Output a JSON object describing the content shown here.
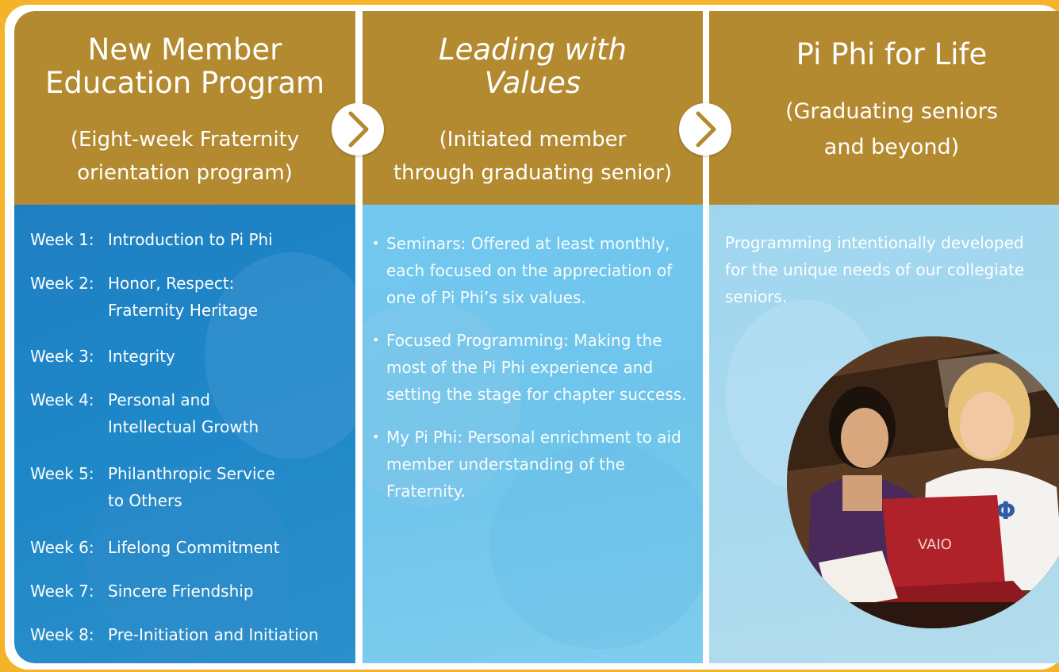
{
  "columns": [
    {
      "title_line1": "New Member",
      "title_line2": "Education Program",
      "subtitle_line1": "(Eight-week Fraternity",
      "subtitle_line2": "orientation program)",
      "weeks": [
        {
          "label": "Week 1:",
          "line1": "Introduction to Pi Phi",
          "line2": ""
        },
        {
          "label": "Week 2:",
          "line1": "Honor, Respect:",
          "line2": "Fraternity Heritage"
        },
        {
          "label": "Week 3:",
          "line1": "Integrity",
          "line2": ""
        },
        {
          "label": "Week 4:",
          "line1": "Personal and",
          "line2": "Intellectual Growth"
        },
        {
          "label": "Week 5:",
          "line1": "Philanthropic Service",
          "line2": "to Others"
        },
        {
          "label": "Week 6:",
          "line1": "Lifelong Commitment",
          "line2": ""
        },
        {
          "label": "Week 7:",
          "line1": "Sincere Friendship",
          "line2": ""
        },
        {
          "label": "Week 8:",
          "line1": "Pre-Initiation and Initiation",
          "line2": ""
        }
      ]
    },
    {
      "title_line1": "Leading with",
      "title_line2": "Values",
      "subtitle_line1": "(Initiated member",
      "subtitle_line2": "through graduating senior)",
      "bullets": [
        "Seminars: Offered at least monthly, each focused on the appreciation of one of Pi Phi’s six values.",
        "Focused Programming: Making the most of the Pi Phi experience and setting the stage for chapter success.",
        "My Pi Phi: Personal enrichment to aid member understanding of the Fraternity."
      ]
    },
    {
      "title_line1": "Pi Phi for Life",
      "subtitle_line1": "(Graduating seniors",
      "subtitle_line2": "and beyond)",
      "body_text": "Programming  intentionally developed for the unique needs of our collegiate seniors."
    }
  ],
  "photo": {
    "sweatshirt_text": "ΠΒΦ",
    "laptop_logo": "VAIO"
  },
  "colors": {
    "gold": "#b48a31",
    "outer_background": "#f4b329",
    "column1_blue": "#1e87c7",
    "column2_blue": "#72c8ee",
    "column3_blue": "#a9d9ee",
    "text": "#ffffff"
  },
  "icons": [
    "chevron-right-icon",
    "chevron-right-icon"
  ]
}
